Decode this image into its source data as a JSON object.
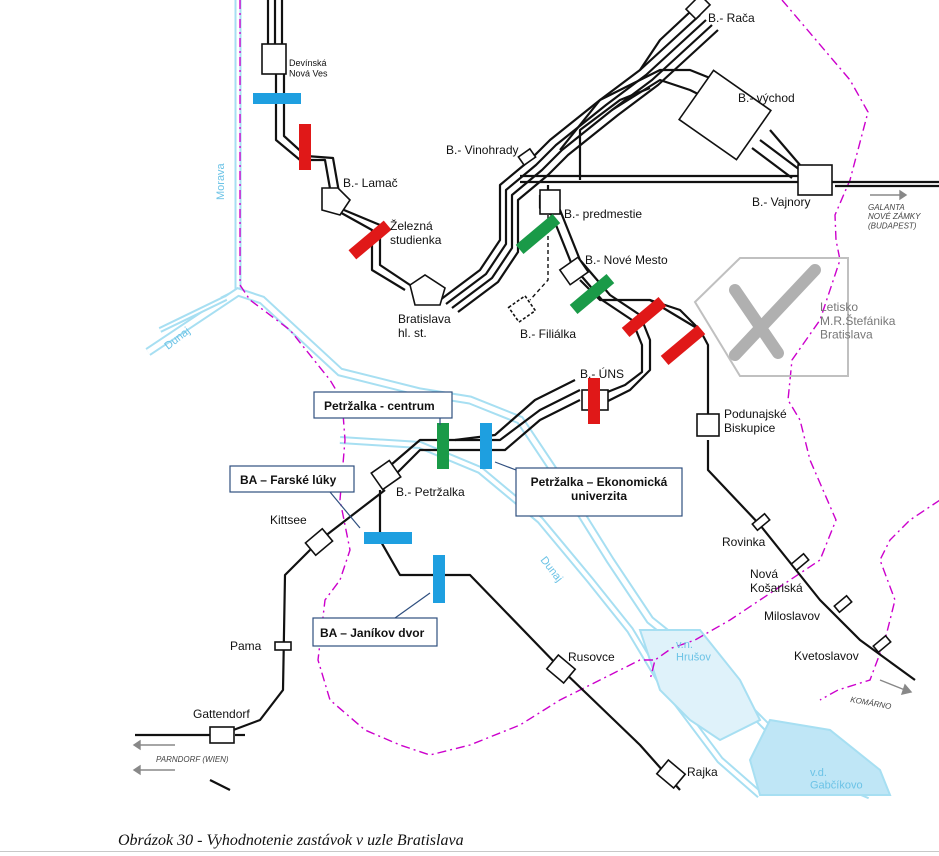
{
  "caption": "Obrázok 30  -  Vyhodnotenie zastávok v uzle Bratislava",
  "colors": {
    "rail": "#111111",
    "river": "#a7dff2",
    "river_outline": "#6cc3e6",
    "border": "#cc00cc",
    "airport": "#b0b0b0",
    "stop_blue": "#1e9fe0",
    "stop_red": "#e01818",
    "stop_green": "#1a9a48",
    "callout_border": "#2f4f7f"
  },
  "stations": {
    "raca": "B.- Rača",
    "devinska": "Devínská\nNová Ves",
    "vychod": "B.- východ",
    "vinohrady": "B.- Vinohrady",
    "lamac": "B.- Lamač",
    "vajnory": "B.- Vajnory",
    "zelezna": "Železná\nstudienka",
    "predmestie": "B.- predmestie",
    "nove_mesto": "B.- Nové Mesto",
    "hlavna": "Bratislava\nhl. st.",
    "filialka": "B.- Filiálka",
    "uns": "B.- ÚNS",
    "podunajske": "Podunajské\nBiskupice",
    "petrzalka": "B.- Petržalka",
    "kittsee": "Kittsee",
    "rovinka": "Rovinka",
    "nova_kosariska": "Nová\nKošariská",
    "miloslavov": "Miloslavov",
    "kvetoslavov": "Kvetoslavov",
    "pama": "Pama",
    "rusovce": "Rusovce",
    "gattendorf": "Gattendorf",
    "rajka": "Rajka"
  },
  "airport": "Letisko\nM.R.Štefánika\nBratislava",
  "water": {
    "morava": "Morava",
    "dunaj_top": "Dunaj",
    "dunaj_mid": "Dunaj",
    "hrusov": "v.n.\nHrušov",
    "gabcikovo": "v.d.\nGabčíkovo"
  },
  "directions": {
    "galanta": "GALANTA\nNOVÉ ZÁMKY\n(BUDAPEST)",
    "komarno": "KOMÁRNO",
    "parndorf": "PARNDORF (WIEN)"
  },
  "callouts": {
    "petrzalka_centrum": "Petržalka - centrum",
    "farske_luky": "BA – Farské lúky",
    "ekonomicka": "Petržalka – Ekonomická\nuniverzita",
    "janikov_dvor": "BA – Janíkov dvor"
  }
}
